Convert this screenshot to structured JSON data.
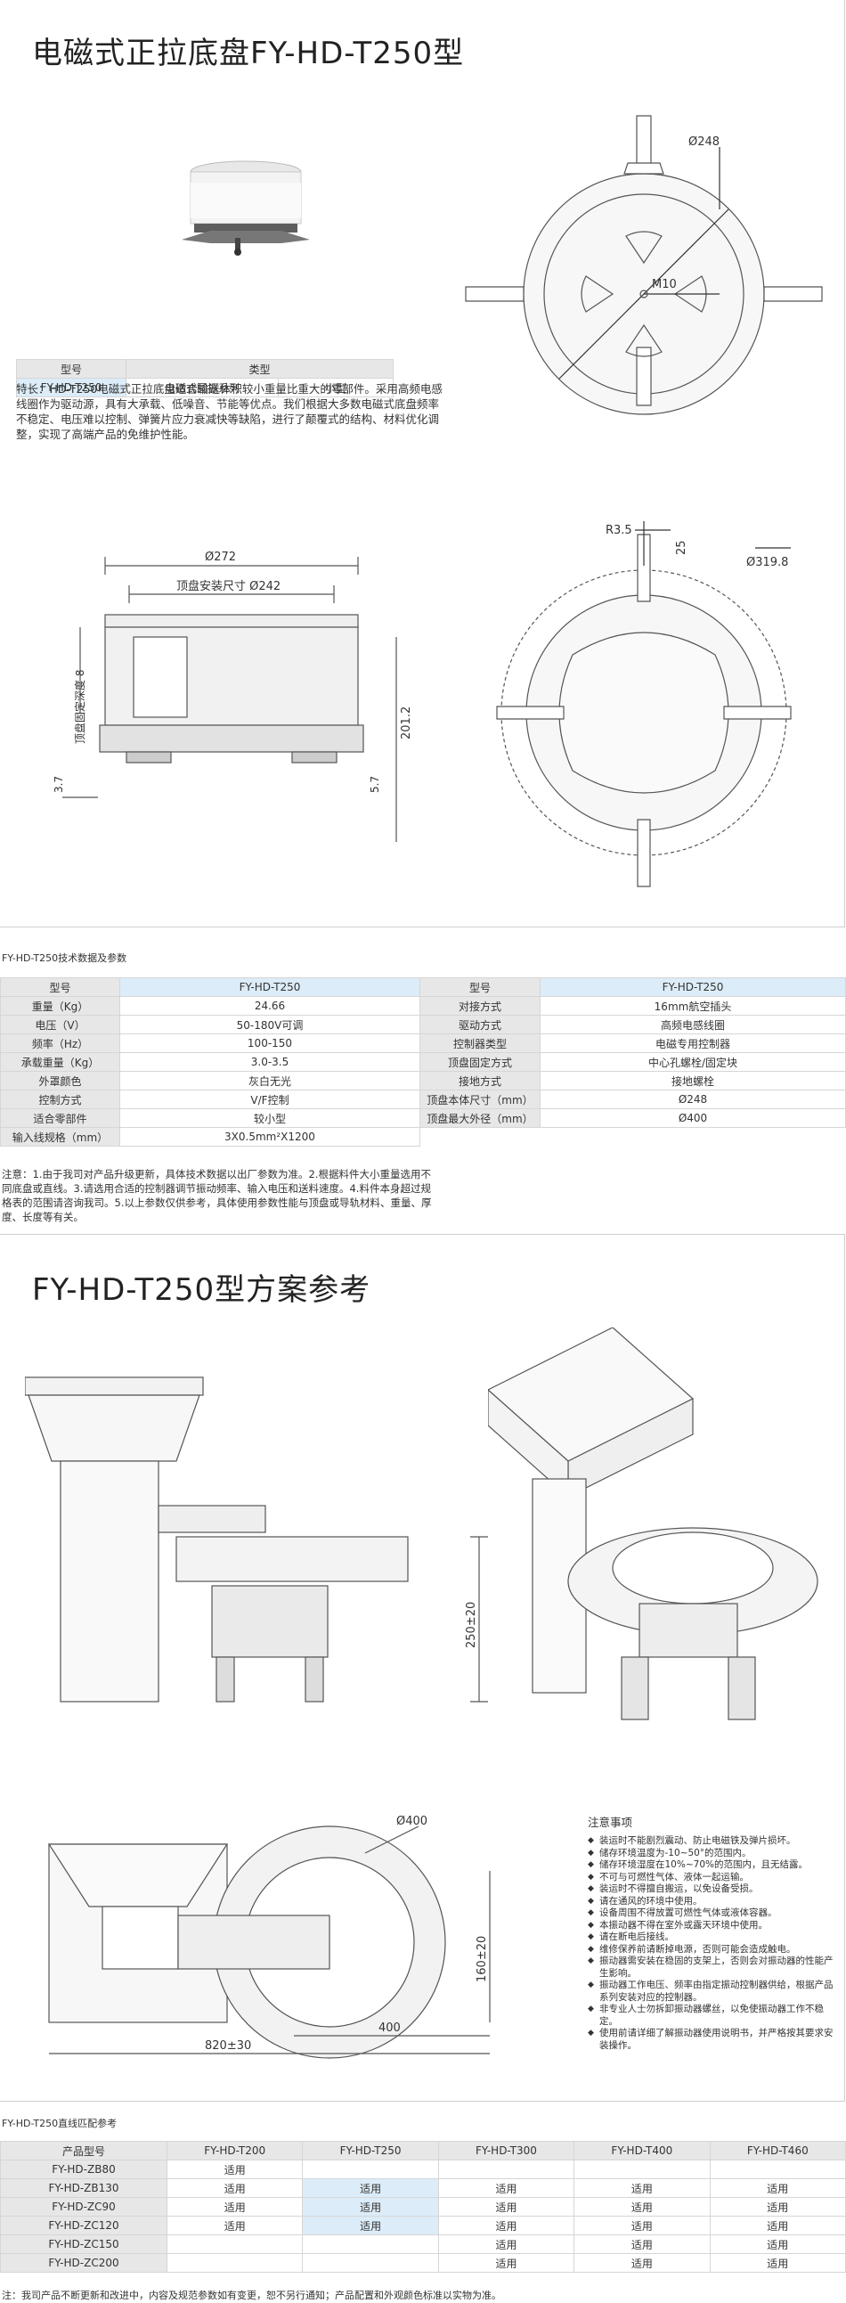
{
  "section1": {
    "title": "电磁式正拉底盘FY-HD-T250型",
    "type_table": {
      "headers": [
        "型号",
        "类型"
      ],
      "row": [
        "FY-HD-T250",
        "电磁式圆振系列",
        "小型"
      ]
    },
    "description": "特长：HD-T250电磁式正拉底盘适合输送体积较小重量比重大的零部件。采用高频电感线圈作为驱动源，具有大承载、低噪音、节能等优点。我们根据大多数电磁式底盘频率不稳定、电压难以控制、弹簧片应力衰减快等缺陷，进行了颠覆式的结构、材料优化调整，实现了高端产品的免维护性能。",
    "dims": {
      "d248": "Ø248",
      "m10": "M10",
      "r35": "R3.5",
      "d25": "25",
      "d3198": "Ø319.8",
      "d272": "Ø272",
      "d242": "顶盘安装尺寸 Ø242",
      "depth8": "顶盘固定深度 8",
      "h2012": "201.2",
      "h37": "3.7",
      "h57": "5.7"
    }
  },
  "specs": {
    "caption": "FY-HD-T250技术数据及参数",
    "rows": [
      [
        "型号",
        "FY-HD-T250",
        "型号",
        "FY-HD-T250"
      ],
      [
        "重量（Kg）",
        "24.66",
        "对接方式",
        "16mm航空插头"
      ],
      [
        "电压（V）",
        "50-180V可调",
        "驱动方式",
        "高频电感线圈"
      ],
      [
        "频率（Hz）",
        "100-150",
        "控制器类型",
        "电磁专用控制器"
      ],
      [
        "承载重量（Kg）",
        "3.0-3.5",
        "顶盘固定方式",
        "中心孔螺栓/固定块"
      ],
      [
        "外罩颜色",
        "灰白无光",
        "接地方式",
        "接地螺栓"
      ],
      [
        "控制方式",
        "V/F控制",
        "顶盘本体尺寸（mm）",
        "Ø248"
      ],
      [
        "适合零部件",
        "较小型",
        "顶盘最大外径（mm）",
        "Ø400"
      ],
      [
        "输入线规格（mm）",
        "3X0.5mm²X1200"
      ]
    ],
    "note": "注意：1.由于我司对产品升级更新，具体技术数据以出厂参数为准。2.根据料件大小重量选用不同底盘或直线。3.请选用合适的控制器调节振动频率、输入电压和送料速度。4.料件本身超过规格表的范围请咨询我司。5.以上参数仅供参考，具体使用参数性能与顶盘或导轨材料、重量、厚度、长度等有关。"
  },
  "section2": {
    "title": "FY-HD-T250型方案参考",
    "dims": {
      "h250": "250±20",
      "d400": "Ø400",
      "h160": "160±20",
      "w820": "820±30",
      "w400": "400"
    },
    "notes_title": "注意事项",
    "notes": [
      "装运时不能剧烈震动、防止电磁铁及弹片损坏。",
      "储存环境温度为-10~50°的范围内。",
      "储存环境湿度在10%~70%的范围内，且无结露。",
      "不可与可燃性气体、液体一起运输。",
      "装运时不得擅自搬运，以免设备受损。",
      "请在通风的环境中使用。",
      "设备周围不得放置可燃性气体或液体容器。",
      "本振动器不得在室外或露天环境中使用。",
      "请在断电后接线。",
      "维修保养前请断掉电源，否则可能会造成触电。",
      "振动器需安装在稳固的支架上，否则会对振动器的性能产生影响。",
      "振动器工作电压、频率由指定振动控制器供给，根据产品系列安装对应的控制器。",
      "非专业人士勿拆卸振动器螺丝，以免使振动器工作不稳定。",
      "使用前请详细了解振动器使用说明书，并严格按其要求安装操作。"
    ]
  },
  "compat": {
    "caption": "FY-HD-T250直线匹配参考",
    "headers": [
      "产品型号",
      "FY-HD-T200",
      "FY-HD-T250",
      "FY-HD-T300",
      "FY-HD-T400",
      "FY-HD-T460"
    ],
    "rows": [
      [
        "FY-HD-ZB80",
        "适用",
        "",
        "",
        "",
        ""
      ],
      [
        "FY-HD-ZB130",
        "适用",
        "适用",
        "适用",
        "适用",
        "适用"
      ],
      [
        "FY-HD-ZC90",
        "适用",
        "适用",
        "适用",
        "适用",
        "适用"
      ],
      [
        "FY-HD-ZC120",
        "适用",
        "适用",
        "适用",
        "适用",
        "适用"
      ],
      [
        "FY-HD-ZC150",
        "",
        "",
        "适用",
        "适用",
        "适用"
      ],
      [
        "FY-HD-ZC200",
        "",
        "",
        "适用",
        "适用",
        "适用"
      ]
    ],
    "footer": "注：我司产品不断更新和改进中，内容及规范参数如有变更，恕不另行通知；产品配置和外观颜色标准以实物为准。"
  }
}
